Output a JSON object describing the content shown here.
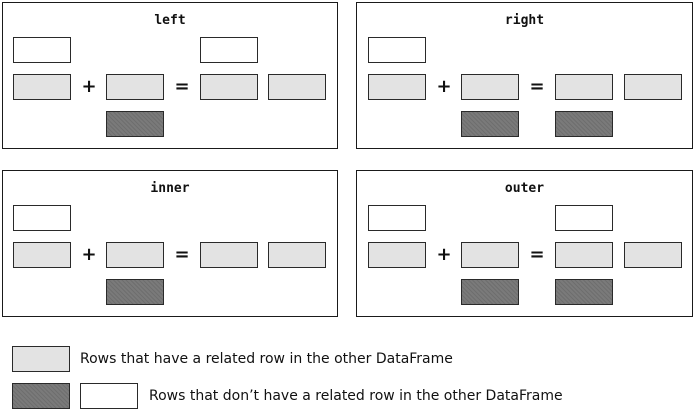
{
  "panels": [
    {
      "id": "left",
      "title": "left",
      "boxes": {
        "left_top": "white",
        "result_top": "white",
        "right_bottom": "dark",
        "result_bottom": "none"
      }
    },
    {
      "id": "right",
      "title": "right",
      "boxes": {
        "left_top": "white",
        "result_top": "none",
        "right_bottom": "dark",
        "result_bottom": "dark"
      }
    },
    {
      "id": "inner",
      "title": "inner",
      "boxes": {
        "left_top": "white",
        "result_top": "none",
        "right_bottom": "dark",
        "result_bottom": "none"
      }
    },
    {
      "id": "outer",
      "title": "outer",
      "boxes": {
        "left_top": "white",
        "result_top": "white",
        "right_bottom": "dark",
        "result_bottom": "dark"
      }
    }
  ],
  "operators": {
    "plus": "+",
    "equals": "="
  },
  "legend": {
    "related": "Rows that have a related row in the other DataFrame",
    "unrelated": "Rows that don’t have a related row in the other DataFrame"
  },
  "colors": {
    "related_fill": "#e3e3e3",
    "unrelated_fill": "#7a7a7a",
    "border": "#1a1a1a"
  }
}
